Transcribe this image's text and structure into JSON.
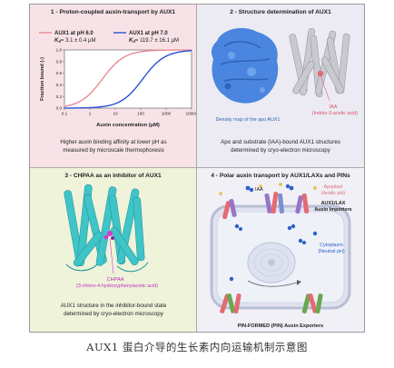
{
  "caption": "AUX1 蛋白介导的生长素内向运输机制示意图",
  "panel1": {
    "title": "1 - Proton-coupled auxin-transport by AUX1",
    "legend": [
      {
        "label": "AUX1 at pH 6.0",
        "kd": "= 3.1 ± 0.4 µM",
        "color": "#e98a93"
      },
      {
        "label": "AUX1 at pH 7.0",
        "kd": "= 119.7 ± 16.1 µM",
        "color": "#2a4fd8"
      }
    ],
    "kd_symbol": "K",
    "kd_sub": "d",
    "caption_lines": [
      "Higher auxin binding affinity at lower pH as",
      "measured by microscale thermophoresis"
    ]
  },
  "chart_data": {
    "type": "line",
    "xlabel": "Auxin concentration (µM)",
    "ylabel": "Fraction bound (-)",
    "xscale": "log",
    "xlim": [
      0.1,
      10000
    ],
    "xticks": [
      "0.1",
      "1",
      "10",
      "100",
      "1000",
      "10000"
    ],
    "ylim": [
      0,
      1.0
    ],
    "yticks": [
      "0.0",
      "0.2",
      "0.4",
      "0.6",
      "0.8",
      "1.0"
    ],
    "series": [
      {
        "name": "AUX1 at pH 6.0",
        "kd": 3.1,
        "color": "#e98a93"
      },
      {
        "name": "AUX1 at pH 7.0",
        "kd": 119.7,
        "color": "#2a4fd8"
      }
    ]
  },
  "panel2": {
    "title": "2 - Structure determination of AUX1",
    "map_label": "Density map of the apo AUX1",
    "iaa_label_1": "IAA",
    "iaa_label_2": "(Indole-3-acetic acid)",
    "caption_lines": [
      "Apo and substrate (IAA)-bound AUX1 structures",
      "determined by cryo-electron microscopy"
    ],
    "map_color": "#4a86e0",
    "helix_color": "#c6c6cc"
  },
  "panel3": {
    "title": "3 - CHPAA as an inhibitor of AUX1",
    "ligand_label_1": "CHPAA",
    "ligand_label_2": "(3-chloro-4-hydroxyphenylacetic acid)",
    "caption_lines": [
      "AUX1 structure in the inhibitor-bound state",
      "determined by cryo-electron microscopy"
    ],
    "helix_color": "#3cc2c6",
    "ligand_color": "#d63ad0"
  },
  "panel4": {
    "title": "4 - Polar auxin transport by AUX1/LAXs and PINs",
    "iaa_label": "IAA",
    "apoplast_1": "Apoplast",
    "apoplast_2": "(Acidic pH)",
    "importers_1": "AUX1/LAX",
    "importers_2": "Auxin Importers",
    "cytoplasm_1": "Cytoplasm",
    "cytoplasm_2": "(Neutral pH)",
    "exporters": "PIN-FORMED (PIN) Auxin Exporters"
  }
}
